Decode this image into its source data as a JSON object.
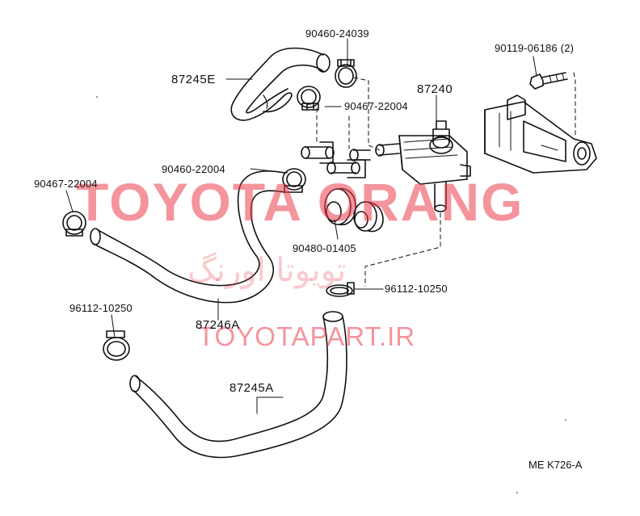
{
  "labels": {
    "clamp_90460_24039": "90460-24039",
    "bolt_90119_06186": "90119-06186 (2)",
    "hose_87245E": "87245E",
    "valve_87240": "87240",
    "clamp_90467_22004_top": "90467-22004",
    "clamp_90460_22004": "90460-22004",
    "clamp_90467_22004_left": "90467-22004",
    "grommet_90480_01405": "90480-01405",
    "clamp_96112_10250_right": "96112-10250",
    "clamp_96112_10250_left": "96112-10250",
    "hose_87246A": "87246A",
    "hose_87245A": "87245A"
  },
  "watermark": {
    "main": "TOYOTA ORANG",
    "persian": "تویوتا اورنگ",
    "url": "TOYOTAPART.IR"
  },
  "reference": "ME  K726-A"
}
